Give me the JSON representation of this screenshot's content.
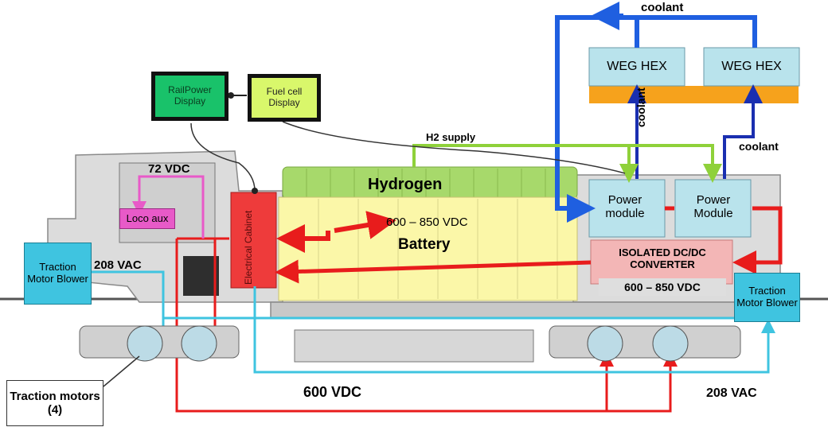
{
  "displays": {
    "railpower": "RailPower Display",
    "fuelcell": "Fuel cell Display"
  },
  "coolant_top": "coolant",
  "coolant_mid": "coolant",
  "coolant_right": "coolant",
  "weg_hex_1": "WEG HEX",
  "weg_hex_2": "WEG HEX",
  "h2_supply": "H2 supply",
  "hydrogen": "Hydrogen",
  "battery": "Battery",
  "battery_voltage": "600 – 850 VDC",
  "power_module_1": "Power module",
  "power_module_2": "Power Module",
  "converter": "ISOLATED DC/DC CONVERTER",
  "converter_voltage": "600 – 850 VDC",
  "electrical_cabinet": "Electrical Cabinet",
  "vdc72": "72 VDC",
  "loco_aux": "Loco aux",
  "vac208_left": "208 VAC",
  "vac208_right": "208 VAC",
  "traction_blower_left": "Traction Motor Blower",
  "traction_blower_right": "Traction Motor Blower",
  "vdc600_bottom": "600 VDC",
  "traction_motors": "Traction motors (4)",
  "colors": {
    "power_red": "#e81c1c",
    "coolant_blue": "#1f5fe0",
    "h2_green": "#8fd13a",
    "aux_cyan": "#3fc4e0",
    "aux_pink": "#e85ac8",
    "hex_orange": "#f6a21c",
    "hex_box": "#b9e3ec",
    "display_green": "#19c26a",
    "fuelcell_display": "#d9f76b",
    "battery_yellow": "#fbf7a8",
    "hydrogen_green": "#a7d96b"
  }
}
